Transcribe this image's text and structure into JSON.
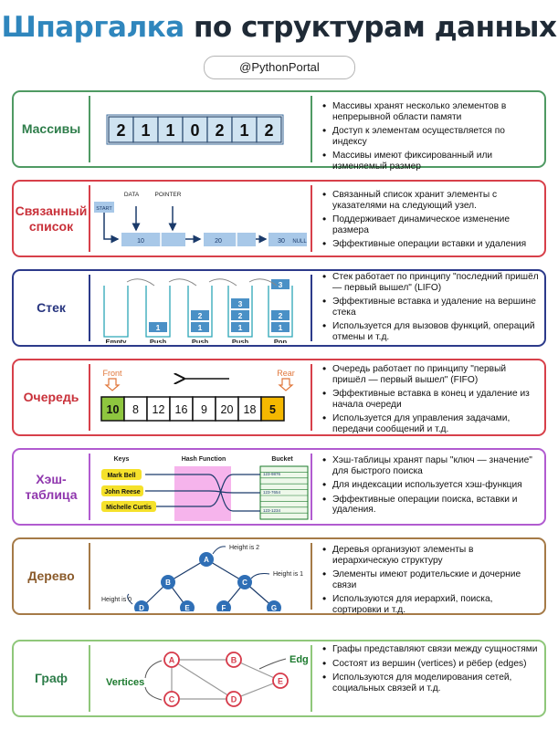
{
  "header": {
    "title_part1": "Шпаргалка",
    "title_part2": "по структурам данных",
    "handle": "@PythonPortal"
  },
  "sections": [
    {
      "label": "Массивы",
      "bullets": [
        "Массивы хранят несколько элементов в непрерывной области памяти",
        "Доступ к элементам осуществляется по индексу",
        "Массивы имеют фиксированный или изменяемый размер"
      ],
      "array_values": [
        "2",
        "1",
        "1",
        "0",
        "2",
        "1",
        "2"
      ]
    },
    {
      "label": "Связанный список",
      "bullets": [
        "Связанный список хранит элементы с указателями на следующий узел.",
        "Поддерживает динамическое изменение размера",
        "Эффективные операции вставки и удаления"
      ],
      "start_label": "START",
      "data_label": "DATA",
      "pointer_label": "POINTER",
      "nodes": [
        "10",
        "20",
        "30"
      ],
      "null_label": "NULL"
    },
    {
      "label": "Стек",
      "bullets": [
        "Стек работает по принципу \"последний пришёл — первый вышел\" (LIFO)",
        "Эффективные вставка и удаление на вершине стека",
        "Используется для вызовов функций, операций отмены и т.д."
      ],
      "stacks": [
        {
          "caption": "Empty",
          "items": []
        },
        {
          "caption": "Push",
          "items": [
            "1"
          ]
        },
        {
          "caption": "Push",
          "items": [
            "2",
            "1"
          ]
        },
        {
          "caption": "Push",
          "items": [
            "3",
            "2",
            "1"
          ]
        },
        {
          "caption": "Pop",
          "items": [
            "2",
            "1"
          ],
          "popped": "3"
        }
      ]
    },
    {
      "label": "Очередь",
      "bullets": [
        "Очередь работает по принципу \"первый пришёл — первый вышел\" (FIFO)",
        "Эффективные вставка в конец и удаление из начала очереди",
        "Используется для управления задачами, передачи сообщений и т.д."
      ],
      "front_label": "Front",
      "rear_label": "Rear",
      "values": [
        "10",
        "8",
        "12",
        "16",
        "9",
        "20",
        "18",
        "5"
      ]
    },
    {
      "label": "Хэш-таблица",
      "bullets": [
        "Хэш-таблицы хранят пары \"ключ — значение\" для быстрого поиска",
        "Для индексации используется хэш-функция",
        "Эффективные операции поиска, вставки и удаления."
      ],
      "keys_header": "Keys",
      "hash_header": "Hash Function",
      "bucket_header": "Bucket",
      "keys": [
        "Mark Bell",
        "John Reese",
        "Michelle Curtis"
      ],
      "bucket_entries": [
        "123-9876",
        "123-7654",
        "123-1234"
      ]
    },
    {
      "label": "Дерево",
      "bullets": [
        "Деревья организуют элементы в иерархическую структуру",
        "Элементы имеют родительские и дочерние связи",
        "Используются для иерархий, поиска, сортировки и т.д."
      ],
      "nodes": [
        "A",
        "B",
        "C",
        "D",
        "E",
        "F",
        "G"
      ],
      "height_notes": [
        "Height is 2",
        "Height is 1",
        "Height is 0"
      ]
    },
    {
      "label": "Граф",
      "bullets": [
        "Графы представляют связи между сущностями",
        "Состоят из вершин (vertices) и рёбер (edges)",
        "Используются для моделирования сетей, социальных связей и т.д."
      ],
      "vertices_label": "Vertices",
      "edge_label": "Edge",
      "nodes": [
        "A",
        "B",
        "C",
        "D",
        "E"
      ]
    }
  ],
  "colors": {
    "title_blue": "#2f86bd",
    "title_dark": "#1f2a36",
    "array_cell": "#cfe3f1",
    "queue_front": "#8ec63f",
    "queue_rear": "#f5b800",
    "stack_item": "#4a90c6",
    "tree_node": "#2f6fb6",
    "graph_node": "#d63a4a",
    "key_box": "#f5e12a",
    "hash_band": "#f6b4ec"
  }
}
